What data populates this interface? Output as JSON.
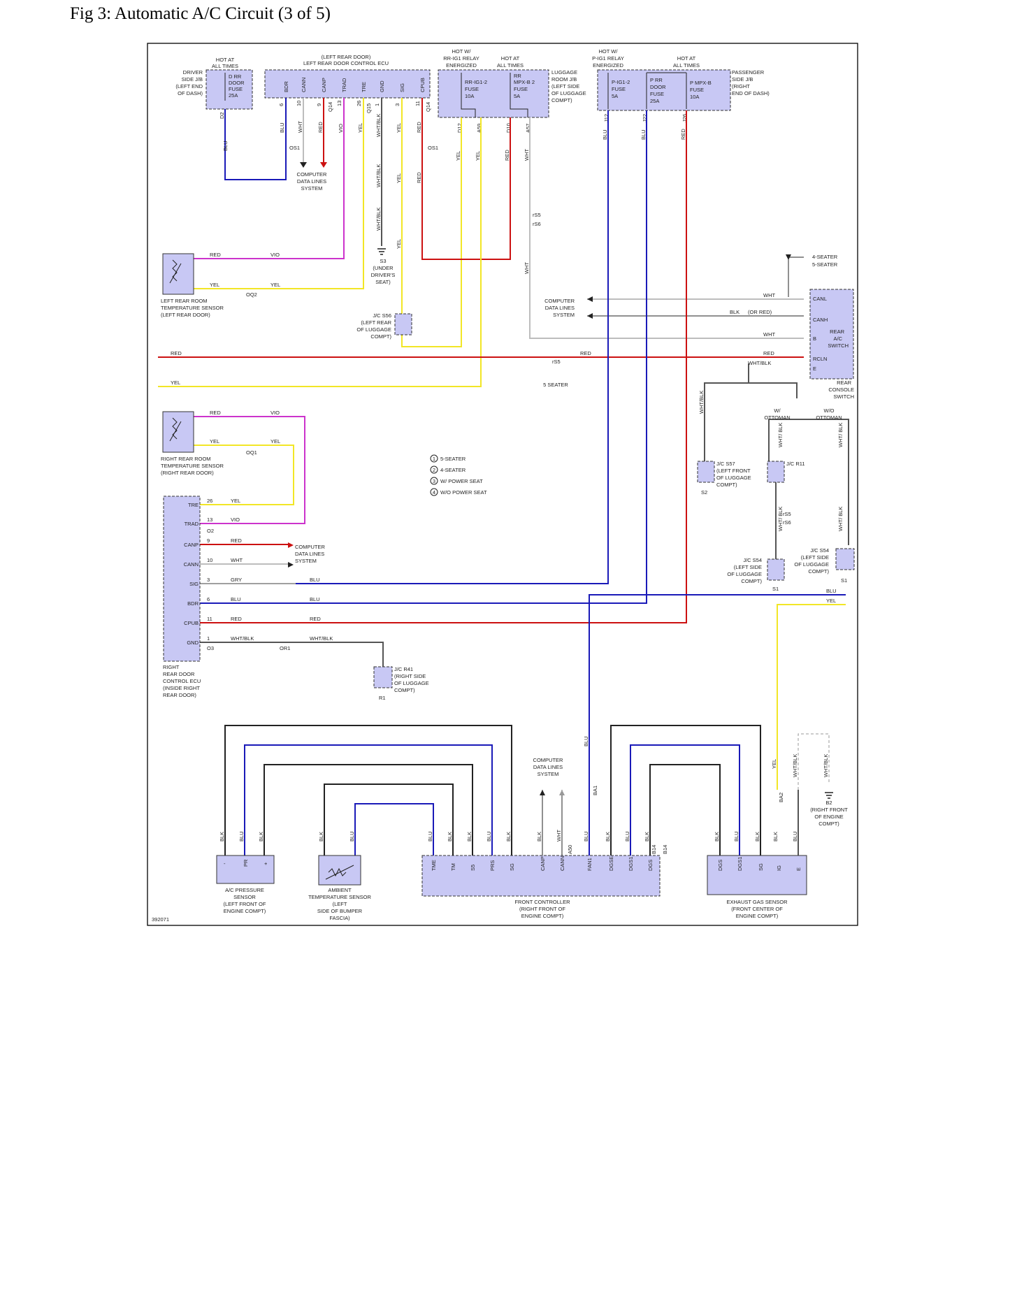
{
  "title": "Fig 3: Automatic A/C Circuit (3 of 5)",
  "figure_id": "392071",
  "colors": {
    "BLU": "#1a1ab8",
    "RED": "#cc1111",
    "YEL": "#f2e626",
    "VIO": "#cc33cc",
    "WHT": "#bdbdbd",
    "BLK": "#222222",
    "GRY": "#a0a0a0",
    "WHTBLK": "#555555",
    "box": "#c8c8f4"
  },
  "top": {
    "driver_jb": {
      "label": [
        "DRIVER",
        "SIDE J/B",
        "(LEFT END",
        "OF DASH)"
      ],
      "hot": [
        "HOT AT",
        "ALL TIMES"
      ],
      "fuse": [
        "D RR",
        "DOOR",
        "FUSE",
        "25A"
      ],
      "pin": "D2"
    },
    "lrd_ecu": {
      "label": [
        "(LEFT REAR DOOR)",
        "LEFT REAR DOOR CONTROL ECU"
      ],
      "terminals": [
        "BDR",
        "CANN",
        "CANP",
        "TRAD",
        "TRE",
        "GND",
        "SIG",
        "CPUB"
      ],
      "pins": [
        "6",
        "10",
        "9",
        "13",
        "26",
        "1",
        "3",
        "11"
      ],
      "connectors": [
        "Q14",
        "Q15",
        "Q14"
      ]
    },
    "luggage_jb": {
      "label": [
        "LUGGAGE",
        "ROOM J/B",
        "(LEFT SIDE",
        "OF LUGGAGE",
        "COMPT)"
      ],
      "hot1": [
        "HOT W/",
        "RR-IG1 RELAY",
        "ENERGIZED"
      ],
      "hot2": [
        "HOT AT",
        "ALL TIMES"
      ],
      "fuse1": [
        "RR-IG1-2",
        "FUSE",
        "10A"
      ],
      "fuse2": [
        "RR",
        "MPX-B 2",
        "FUSE",
        "5A"
      ],
      "pins": [
        "D12",
        "A59",
        "D10",
        "A57"
      ]
    },
    "pass_jb": {
      "label": [
        "PASSENGER",
        "SIDE J/B",
        "(RIGHT",
        "END OF DASH)"
      ],
      "hot1": [
        "HOT W/",
        "P-IG1 RELAY",
        "ENERGIZED"
      ],
      "hot2": [
        "HOT AT",
        "ALL TIMES"
      ],
      "fuse1": [
        "P-IG1-2",
        "FUSE",
        "5A"
      ],
      "fuse2": [
        "P RR",
        "DOOR",
        "FUSE",
        "25A"
      ],
      "fuse3": [
        "P MPX-B",
        "FUSE",
        "10A"
      ],
      "pins": [
        "J12",
        "J22",
        "J26"
      ]
    }
  },
  "wire_labels": {
    "BLU": "BLU",
    "WHT": "WHT",
    "RED": "RED",
    "VIO": "VIO",
    "YEL": "YEL",
    "WHTBLK": "WHT/BLK",
    "GRY": "GRY",
    "BLK": "BLK",
    "WHT_BLK": "WHT/ BLK",
    "BLK_OR_RED": "(OR RED)"
  },
  "connector_labels": {
    "os1": "OS1",
    "oq2": "OQ2",
    "oq1": "OQ1",
    "o2": "O2",
    "o3": "O3",
    "or1": "OR1",
    "rs5": "rS5",
    "rs6": "rS6",
    "ba1": "BA1",
    "ba2": "BA2",
    "b14": "B14",
    "a50": "A50"
  },
  "comp_data": [
    "COMPUTER",
    "DATA LINES",
    "SYSTEM"
  ],
  "s3": [
    "S3",
    "(UNDER",
    "DRIVER'S",
    "SEAT)"
  ],
  "js56": [
    "J/C S56",
    "(LEFT REAR",
    "OF LUGGAGE",
    "COMPT)"
  ],
  "lr_sensor": [
    "LEFT REAR ROOM",
    "TEMPERATURE SENSOR",
    "(LEFT REAR DOOR)"
  ],
  "rr_sensor": [
    "RIGHT REAR ROOM",
    "TEMPERATURE SENSOR",
    "(RIGHT REAR DOOR)"
  ],
  "rr_ecu": {
    "label": [
      "RIGHT",
      "REAR DOOR",
      "CONTROL ECU",
      "(INSIDE RIGHT",
      "REAR DOOR)"
    ],
    "terminals": [
      "TRE",
      "TRAD",
      "CANP",
      "CANN",
      "SIG",
      "BDR",
      "CPUB",
      "GND"
    ],
    "pins": [
      "26",
      "13",
      "9",
      "10",
      "3",
      "6",
      "11",
      "1"
    ]
  },
  "legend": [
    "5-SEATER",
    "4-SEATER",
    "W/ POWER SEAT",
    "W/O POWER SEAT"
  ],
  "legend_nums": [
    "1",
    "2",
    "3",
    "4"
  ],
  "rear_ac": {
    "label": [
      "REAR",
      "A/C",
      "SWITCH"
    ],
    "terminals": [
      "CANL",
      "CANH",
      "B",
      "RCLN",
      "E"
    ],
    "seaters": [
      "4-SEATER",
      "5-SEATER"
    ]
  },
  "rear_console": [
    "REAR",
    "CONSOLE",
    "SWITCH"
  ],
  "ottoman": {
    "with": [
      "W/",
      "OTTOMAN"
    ],
    "without": [
      "W/O",
      "OTTOMAN"
    ]
  },
  "five_seater": "5 SEATER",
  "js57": [
    "J/C S57",
    "(LEFT FRONT",
    "OF LUGGAGE",
    "COMPT)",
    "S2"
  ],
  "jr11": "J/C R11",
  "js54a": [
    "J/C S54",
    "(LEFT SIDE",
    "OF LUGGAGE",
    "COMPT)",
    "S1"
  ],
  "js54b": [
    "J/C S54",
    "(LEFT SIDE",
    "OF LUGGAGE",
    "COMPT)",
    "S1"
  ],
  "jr41": [
    "J/C R41",
    "(RIGHT SIDE",
    "OF LUGGAGE",
    "COMPT)",
    "R1"
  ],
  "b2": [
    "B2",
    "(RIGHT FRONT",
    "OF ENGINE",
    "COMPT)"
  ],
  "ac_pressure": {
    "label": [
      "A/C PRESSURE",
      "SENSOR",
      "(LEFT FRONT OF",
      "ENGINE COMPT)"
    ],
    "terminals": [
      "-",
      "PR",
      "+"
    ]
  },
  "ambient": {
    "label": [
      "AMBIENT",
      "TEMPERATURE SENSOR",
      "(LEFT",
      "SIDE OF BUMPER",
      "FASCIA)"
    ]
  },
  "front_ctrl": {
    "label": [
      "FRONT CONTROLLER",
      "(RIGHT FRONT OF",
      "ENGINE COMPT)"
    ],
    "terminals": [
      "TME",
      "TM",
      "S5",
      "PRS",
      "SG",
      "CANP",
      "CANN",
      "FAN1",
      "DGSE",
      "DGS1",
      "DGS"
    ]
  },
  "exhaust": {
    "label": [
      "EXHAUST GAS SENSOR",
      "(FRONT CENTER OF",
      "ENGINE COMPT)"
    ],
    "terminals": [
      "DGS",
      "DGS1",
      "SG",
      "IG",
      "E"
    ]
  }
}
